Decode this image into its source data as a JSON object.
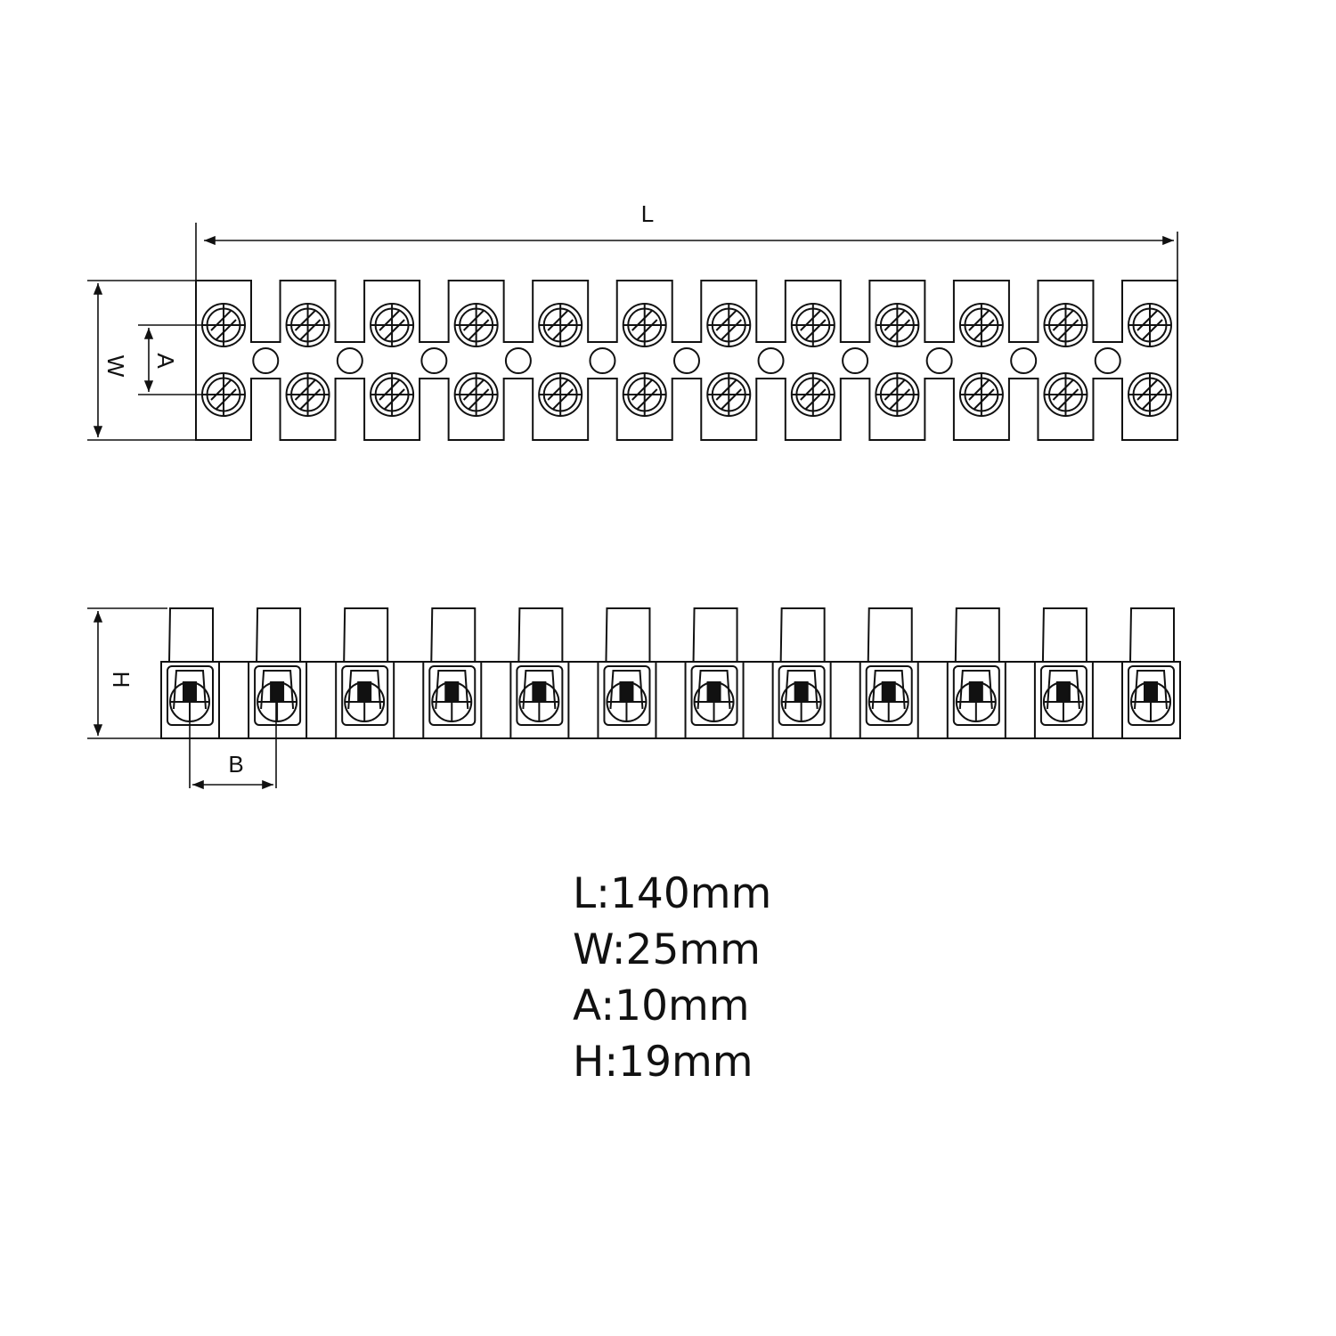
{
  "dimension_labels": {
    "L": "L",
    "W": "W",
    "A": "A",
    "H": "H",
    "B": "B"
  },
  "terminal_count": 12,
  "specs": [
    "L:140mm",
    "W:25mm",
    "A:10mm",
    "H:19mm"
  ],
  "colors": {
    "line": "#111111",
    "background": "#ffffff"
  }
}
